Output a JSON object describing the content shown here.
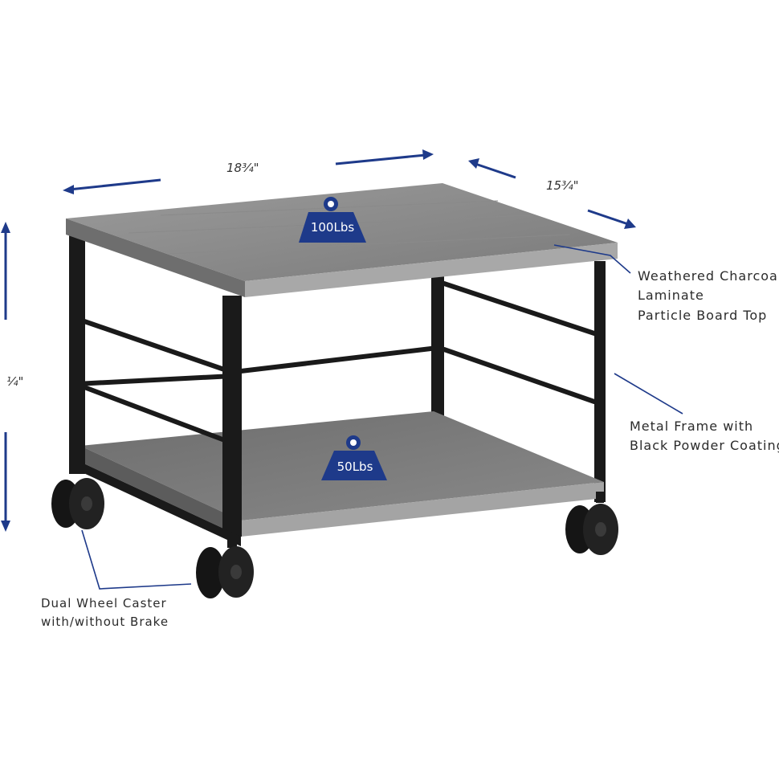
{
  "dimensions": {
    "width": "18³⁄₄\"",
    "depth": "15³⁄₄\"",
    "height": "¹⁄₄\""
  },
  "weights": {
    "top": "100Lbs",
    "bottom": "50Lbs"
  },
  "callouts": {
    "top_surface": [
      "Weathered Charcoal",
      "Laminate",
      "Particle Board Top"
    ],
    "frame": [
      "Metal Frame with",
      "Black Powder Coating"
    ],
    "caster": [
      "Dual Wheel Caster",
      "with/without Brake"
    ]
  },
  "colors": {
    "accent": "#1e3a8a",
    "frame": "#1a1a1a",
    "board": "#8d8d8d"
  }
}
